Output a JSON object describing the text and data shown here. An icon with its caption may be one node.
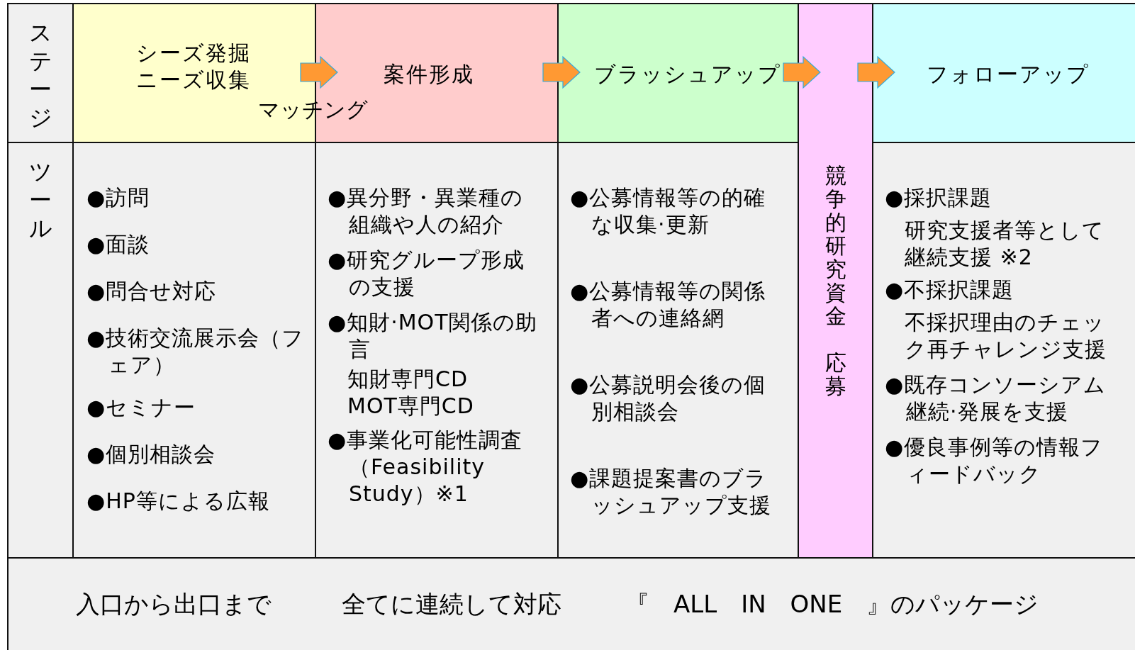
{
  "diagram": {
    "nodes": [
      {
        "text": [
          "ステージ"
        ]
      },
      {
        "text": [
          "シーズ発掘ニーズ収集"
        ]
      },
      {
        "text": [
          "案件形成"
        ]
      },
      {
        "text": [
          "ブラッシュアップ"
        ]
      },
      {
        "text": [
          "競争的研究資金",
          "応募"
        ]
      },
      {
        "text": [
          "フォローアップ"
        ]
      },
      {
        "text": [
          "ツール"
        ]
      },
      {
        "text": [
          "●訪問",
          "●面談",
          "●問合せ対応",
          "●技術交流展示会（フェア）",
          "●セミナー",
          "●個別相談会",
          "●HP等による広報"
        ]
      },
      {
        "text": [
          "●異分野・異業種の組織や人の紹介",
          "●研究グループ形成の支援",
          "●知財·MOT関係の助言",
          "知財専門CD",
          "MOT専門CD",
          "●事業化可能性調査（Feasibility Study）※1"
        ]
      },
      {
        "text": [
          "●公募情報等の的確な収集·更新",
          "●公募情報等の関係者への連絡網",
          "●公募説明会後の個別相談会",
          "●課題提案書のブラッシュアップ支援"
        ]
      },
      {
        "text": [
          "●採択課題",
          "研究支援者等として継続支援 ※2",
          "●不採択課題",
          "不採択理由のチェック再チャレンジ支援",
          "●既存コンソーシアム継続·発展を支援",
          "●優良事例等の情報フィードバック"
        ]
      },
      {
        "text": [
          "入口から出口まで",
          "全てに連続して対応",
          "『　ALL　IN　ONE　』のパッケージ"
        ]
      }
    ],
    "edges": [
      {
        "from": 1,
        "to": 2,
        "arrow": "to",
        "label": "マッチング"
      },
      {
        "from": 2,
        "to": 3,
        "arrow": "to"
      },
      {
        "from": 3,
        "to": 4,
        "arrow": "to"
      },
      {
        "from": 4,
        "to": 5,
        "arrow": "to"
      }
    ]
  }
}
